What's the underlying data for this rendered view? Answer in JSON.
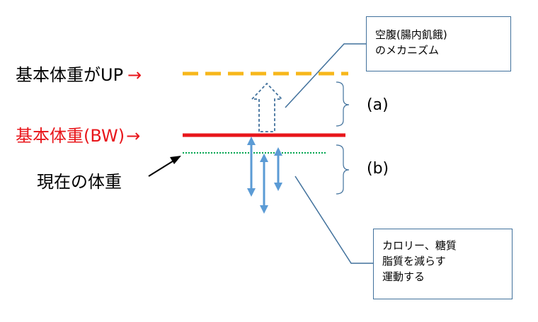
{
  "labels": {
    "base_up_text": "基本体重がUP",
    "base_up_arrow": "→",
    "base_text": "基本体重(BW)",
    "base_arrow": "→",
    "current_text": "現在の体重",
    "brace_a": "(a)",
    "brace_b": "(b)"
  },
  "callouts": {
    "top": [
      "空腹(腸内飢餓)",
      "のメカニズム"
    ],
    "bottom": [
      "カロリー、糖質",
      "脂質を減らす",
      "運動する"
    ]
  },
  "colors": {
    "up_line": "#f7b71b",
    "base_line": "#e8161b",
    "current_line": "#00a651",
    "arrow_blue": "#5b9bd5",
    "outline_blue": "#41719c",
    "label_red": "#e8161b"
  }
}
